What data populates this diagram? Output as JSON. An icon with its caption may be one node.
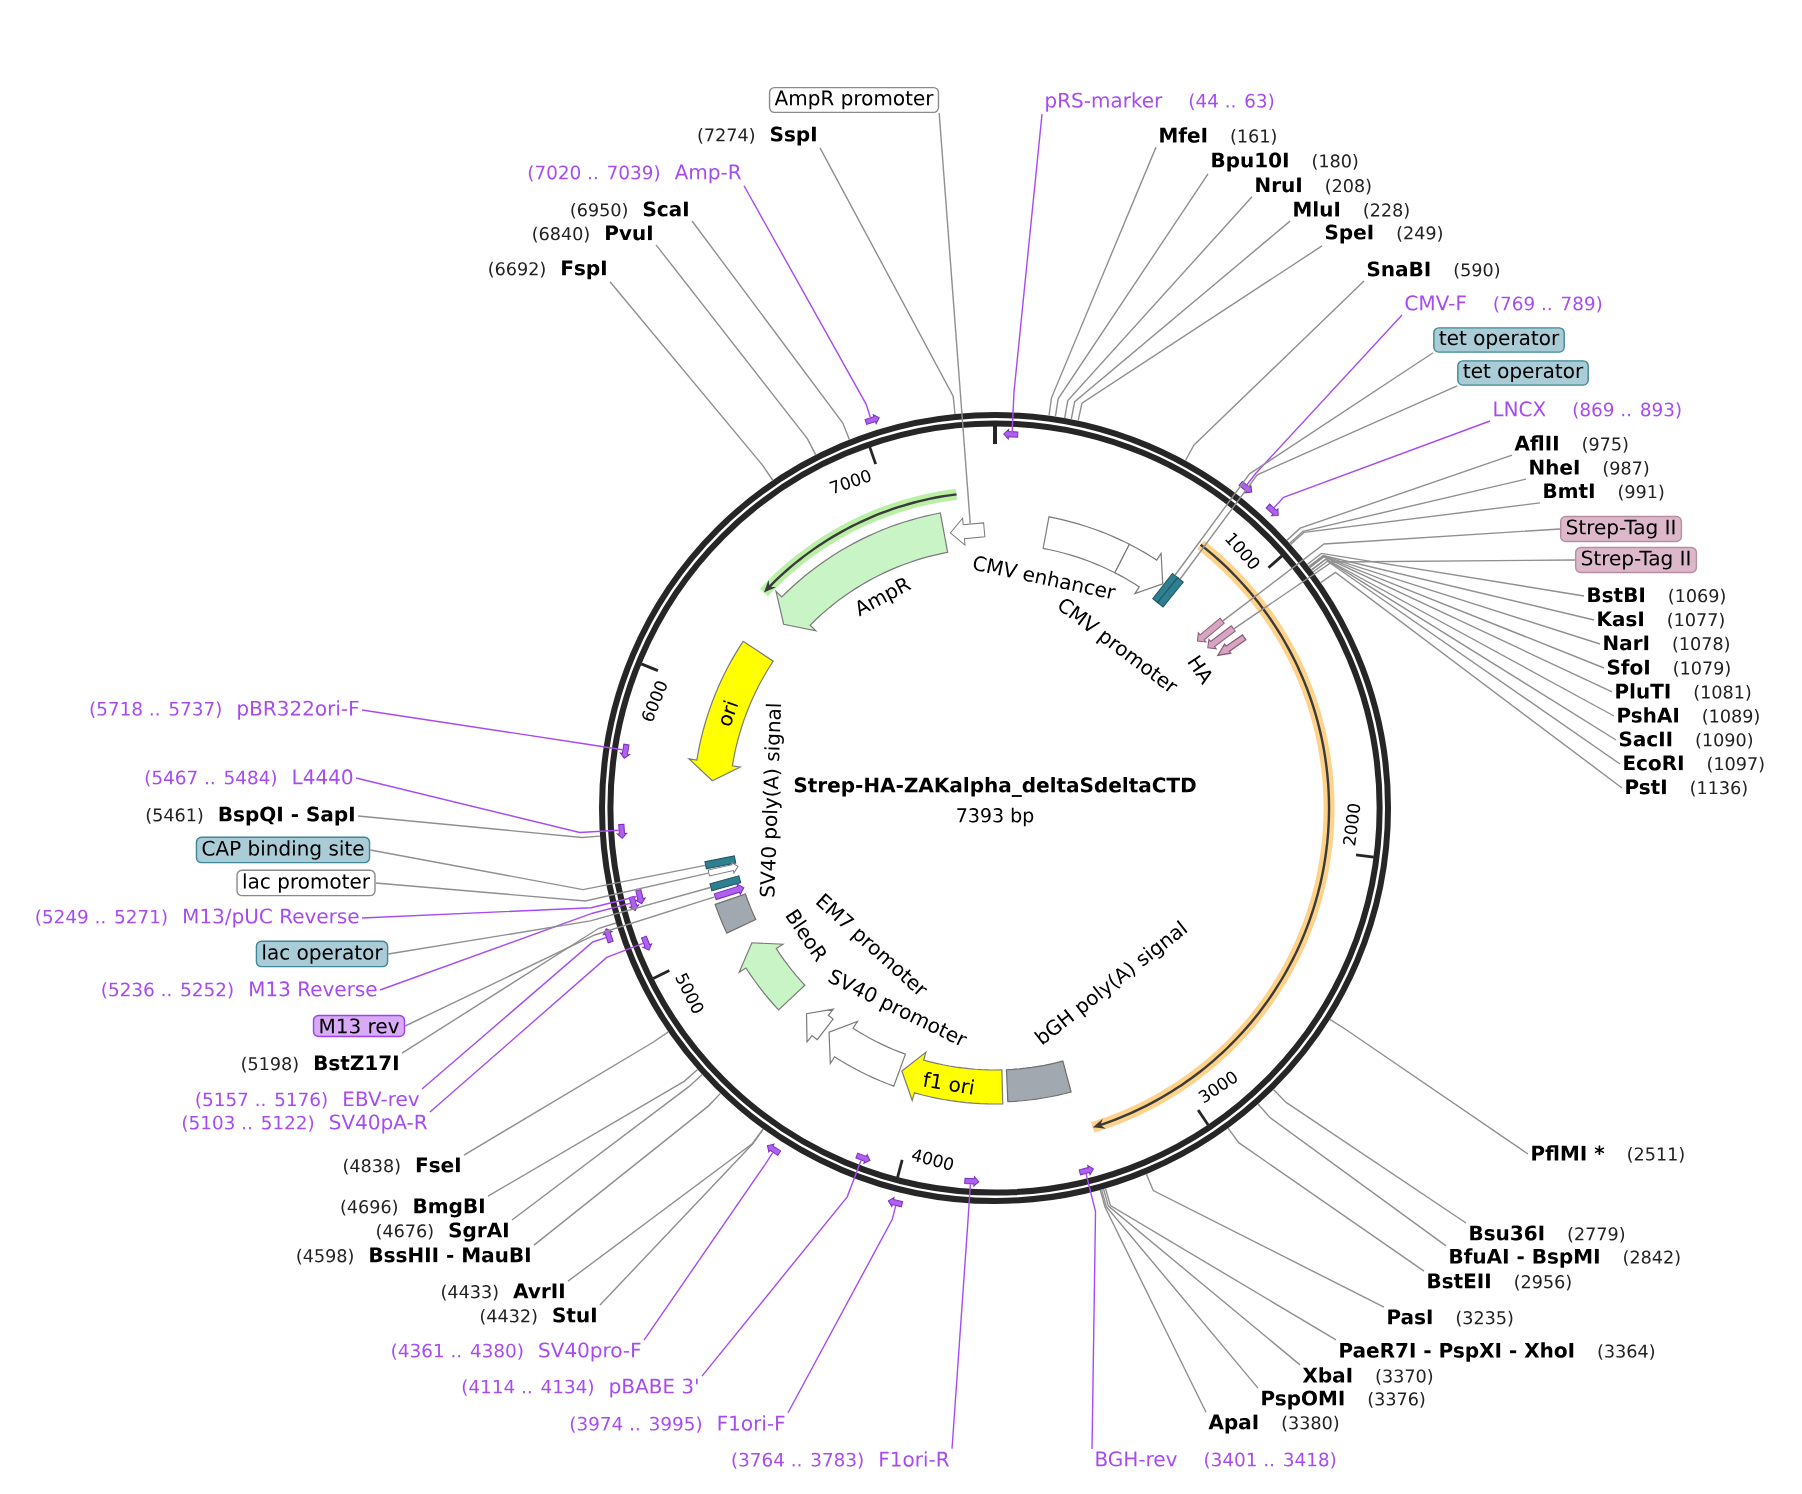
{
  "diagram": {
    "title": "Strep-HA-ZAKalpha_deltaSdeltaCTD",
    "nodes": [
      {
        "text": [
          "pRS-marker",
          "(44 .. 63)"
        ]
      },
      {
        "text": [
          "MfeI",
          "(161)"
        ]
      },
      {
        "text": [
          "Bpu10I",
          "(180)"
        ]
      },
      {
        "text": [
          "NruI",
          "(208)"
        ]
      },
      {
        "text": [
          "MluI",
          "(228)"
        ]
      },
      {
        "text": [
          "SpeI",
          "(249)"
        ]
      },
      {
        "text": [
          "SnaBI",
          "(590)"
        ]
      },
      {
        "text": [
          "CMV-F",
          "(769 .. 789)"
        ]
      },
      {
        "text": [
          "tet operator"
        ]
      },
      {
        "text": [
          "tet operator"
        ]
      },
      {
        "text": [
          "LNCX",
          "(869 .. 893)"
        ]
      },
      {
        "text": [
          "AflII",
          "(975)"
        ]
      },
      {
        "text": [
          "NheI",
          "(987)"
        ]
      },
      {
        "text": [
          "BmtI",
          "(991)"
        ]
      },
      {
        "text": [
          "Strep-Tag II"
        ]
      },
      {
        "text": [
          "Strep-Tag II"
        ]
      },
      {
        "text": [
          "BstBI",
          "(1069)"
        ]
      },
      {
        "text": [
          "KasI",
          "(1077)"
        ]
      },
      {
        "text": [
          "NarI",
          "(1078)"
        ]
      },
      {
        "text": [
          "SfoI",
          "(1079)"
        ]
      },
      {
        "text": [
          "PluTI",
          "(1081)"
        ]
      },
      {
        "text": [
          "PshAI",
          "(1089)"
        ]
      },
      {
        "text": [
          "SacII",
          "(1090)"
        ]
      },
      {
        "text": [
          "EcoRI",
          "(1097)"
        ]
      },
      {
        "text": [
          "PstI",
          "(1136)"
        ]
      },
      {
        "text": [
          "PflMI *",
          "(2511)"
        ]
      },
      {
        "text": [
          "Bsu36I",
          "(2779)"
        ]
      },
      {
        "text": [
          "BfuAI - BspMI",
          "(2842)"
        ]
      },
      {
        "text": [
          "BstEII",
          "(2956)"
        ]
      },
      {
        "text": [
          "PasI",
          "(3235)"
        ]
      },
      {
        "text": [
          "PaeR7I - PspXI - XhoI",
          "(3364)"
        ]
      },
      {
        "text": [
          "XbaI",
          "(3370)"
        ]
      },
      {
        "text": [
          "PspOMI",
          "(3376)"
        ]
      },
      {
        "text": [
          "ApaI",
          "(3380)"
        ]
      },
      {
        "text": [
          "BGH-rev",
          "(3401 .. 3418)"
        ]
      },
      {
        "text": [
          "(3764 .. 3783)",
          "F1ori-R"
        ]
      },
      {
        "text": [
          "(3974 .. 3995)",
          "F1ori-F"
        ]
      },
      {
        "text": [
          "(4114 .. 4134)",
          "pBABE 3'"
        ]
      },
      {
        "text": [
          "(4361 .. 4380)",
          "SV40pro-F"
        ]
      },
      {
        "text": [
          "(4432)",
          "StuI"
        ]
      },
      {
        "text": [
          "(4433)",
          "AvrII"
        ]
      },
      {
        "text": [
          "(4598)",
          "BssHII - MauBI"
        ]
      },
      {
        "text": [
          "(4676)",
          "SgrAI"
        ]
      },
      {
        "text": [
          "(4696)",
          "BmgBI"
        ]
      },
      {
        "text": [
          "(4838)",
          "FseI"
        ]
      },
      {
        "text": [
          "(5103 .. 5122)",
          "SV40pA-R"
        ]
      },
      {
        "text": [
          "(5157 .. 5176)",
          "EBV-rev"
        ]
      },
      {
        "text": [
          "(5198)",
          "BstZ17I"
        ]
      },
      {
        "text": [
          "M13 rev"
        ]
      },
      {
        "text": [
          "(5236 .. 5252)",
          "M13 Reverse"
        ]
      },
      {
        "text": [
          "lac operator"
        ]
      },
      {
        "text": [
          "(5249 .. 5271)",
          "M13/pUC Reverse"
        ]
      },
      {
        "text": [
          "lac promoter"
        ]
      },
      {
        "text": [
          "CAP binding site"
        ]
      },
      {
        "text": [
          "(5461)",
          "BspQI - SapI"
        ]
      },
      {
        "text": [
          "(5467 .. 5484)",
          "L4440"
        ]
      },
      {
        "text": [
          "(5718 .. 5737)",
          "pBR322ori-F"
        ]
      },
      {
        "text": [
          "(6692)",
          "FspI"
        ]
      },
      {
        "text": [
          "(6840)",
          "PvuI"
        ]
      },
      {
        "text": [
          "(6950)",
          "ScaI"
        ]
      },
      {
        "text": [
          "(7020 .. 7039)",
          "Amp-R"
        ]
      },
      {
        "text": [
          "(7274)",
          "SspI"
        ]
      },
      {
        "text": [
          "AmpR promoter"
        ]
      },
      {
        "text": [],
        "shape": "circle"
      },
      {
        "text": [
          "CMV enhancer"
        ],
        "in": 63
      },
      {
        "text": [
          "CMV promoter"
        ],
        "in": 63
      },
      {
        "text": [
          "HA"
        ],
        "in": 63
      },
      {
        "text": [
          "bGH poly(A) signal"
        ],
        "in": 63
      },
      {
        "text": [
          "f1 ori"
        ],
        "in": 63
      },
      {
        "text": [
          "SV40 promoter"
        ],
        "in": 63
      },
      {
        "text": [
          "EM7 promoter"
        ],
        "in": 63
      },
      {
        "text": [
          "BleoR"
        ],
        "in": 63
      },
      {
        "text": [
          "SV40 poly(A) signal"
        ],
        "in": 63
      },
      {
        "text": [
          "ori"
        ],
        "in": 63
      },
      {
        "text": [
          "AmpR"
        ],
        "in": 63
      },
      {
        "text": [],
        "shape": "arrow",
        "in": 63
      },
      {
        "text": [],
        "shape": "box",
        "in": 63
      },
      {
        "text": [],
        "shape": "box",
        "in": 63
      },
      {
        "text": [],
        "shape": "arrow",
        "in": 63
      },
      {
        "text": [],
        "shape": "arrow",
        "in": 63
      },
      {
        "text": [],
        "shape": "box",
        "in": 63
      },
      {
        "text": [],
        "shape": "arrow",
        "in": 63
      },
      {
        "text": [],
        "shape": "box",
        "in": 63
      },
      {
        "text": [],
        "shape": "arrow",
        "in": 63
      },
      {
        "text": [],
        "shape": "arrow"
      },
      {
        "text": [],
        "shape": "arrow",
        "in": 63
      },
      {
        "text": [],
        "shape": "arrow"
      },
      {
        "text": [],
        "shape": "arrow"
      },
      {
        "text": [],
        "shape": "arrow",
        "in": 63
      },
      {
        "text": [],
        "shape": "arrow",
        "in": 63
      },
      {
        "text": [],
        "shape": "arrow",
        "in": 63
      },
      {
        "text": [],
        "shape": "arrow",
        "in": 63
      },
      {
        "text": [],
        "shape": "arrow"
      },
      {
        "text": [],
        "shape": "arrow",
        "in": 63
      },
      {
        "text": [],
        "shape": "arrow"
      },
      {
        "text": [],
        "shape": "arrow",
        "in": 63
      },
      {
        "text": [],
        "shape": "arrow",
        "in": 63
      },
      {
        "text": [],
        "shape": "arrow",
        "in": 63
      },
      {
        "text": [],
        "shape": "arrow"
      }
    ],
    "edges": [
      {
        "from": 0,
        "to": 85,
        "arrow": "none",
        "color": "#a64bf4"
      },
      {
        "from": 1,
        "to": 63,
        "arrow": "none"
      },
      {
        "from": 2,
        "to": 63,
        "arrow": "none"
      },
      {
        "from": 3,
        "to": 63,
        "arrow": "none"
      },
      {
        "from": 4,
        "to": 63,
        "arrow": "none"
      },
      {
        "from": 5,
        "to": 63,
        "arrow": "none"
      },
      {
        "from": 6,
        "to": 63,
        "arrow": "none"
      },
      {
        "from": 7,
        "to": 86,
        "arrow": "none",
        "color": "#a64bf4"
      },
      {
        "from": 8,
        "to": 76,
        "arrow": "none"
      },
      {
        "from": 9,
        "to": 77,
        "arrow": "none"
      },
      {
        "from": 10,
        "to": 87,
        "arrow": "none",
        "color": "#a64bf4"
      },
      {
        "from": 11,
        "to": 63,
        "arrow": "none"
      },
      {
        "from": 12,
        "to": 63,
        "arrow": "none"
      },
      {
        "from": 13,
        "to": 63,
        "arrow": "none"
      },
      {
        "from": 14,
        "to": 78,
        "arrow": "none"
      },
      {
        "from": 15,
        "to": 79,
        "arrow": "none"
      },
      {
        "from": 16,
        "to": 63,
        "arrow": "none"
      },
      {
        "from": 17,
        "to": 63,
        "arrow": "none"
      },
      {
        "from": 18,
        "to": 63,
        "arrow": "none"
      },
      {
        "from": 19,
        "to": 63,
        "arrow": "none"
      },
      {
        "from": 20,
        "to": 63,
        "arrow": "none"
      },
      {
        "from": 21,
        "to": 63,
        "arrow": "none"
      },
      {
        "from": 22,
        "to": 63,
        "arrow": "none"
      },
      {
        "from": 23,
        "to": 63,
        "arrow": "none"
      },
      {
        "from": 24,
        "to": 63,
        "arrow": "none"
      },
      {
        "from": 25,
        "to": 63,
        "arrow": "none"
      },
      {
        "from": 26,
        "to": 63,
        "arrow": "none"
      },
      {
        "from": 27,
        "to": 63,
        "arrow": "none"
      },
      {
        "from": 28,
        "to": 63,
        "arrow": "none"
      },
      {
        "from": 29,
        "to": 63,
        "arrow": "none"
      },
      {
        "from": 30,
        "to": 63,
        "arrow": "none"
      },
      {
        "from": 31,
        "to": 63,
        "arrow": "none"
      },
      {
        "from": 32,
        "to": 63,
        "arrow": "none"
      },
      {
        "from": 33,
        "to": 63,
        "arrow": "none"
      },
      {
        "from": 34,
        "to": 96,
        "arrow": "none",
        "color": "#a64bf4"
      },
      {
        "from": 35,
        "to": 97,
        "arrow": "none",
        "color": "#a64bf4"
      },
      {
        "from": 36,
        "to": 98,
        "arrow": "none",
        "color": "#a64bf4"
      },
      {
        "from": 37,
        "to": 95,
        "arrow": "none",
        "color": "#a64bf4"
      },
      {
        "from": 38,
        "to": 94,
        "arrow": "none",
        "color": "#a64bf4"
      },
      {
        "from": 39,
        "to": 63,
        "arrow": "none"
      },
      {
        "from": 40,
        "to": 63,
        "arrow": "none"
      },
      {
        "from": 41,
        "to": 63,
        "arrow": "none"
      },
      {
        "from": 42,
        "to": 63,
        "arrow": "none"
      },
      {
        "from": 43,
        "to": 63,
        "arrow": "none"
      },
      {
        "from": 44,
        "to": 63,
        "arrow": "none"
      },
      {
        "from": 45,
        "to": 93,
        "arrow": "none",
        "color": "#a64bf4"
      },
      {
        "from": 46,
        "to": 92,
        "arrow": "none",
        "color": "#a64bf4"
      },
      {
        "from": 47,
        "to": 63,
        "arrow": "none"
      },
      {
        "from": 48,
        "to": 83,
        "arrow": "none"
      },
      {
        "from": 49,
        "to": 91,
        "arrow": "none",
        "color": "#a64bf4"
      },
      {
        "from": 50,
        "to": 82,
        "arrow": "none"
      },
      {
        "from": 51,
        "to": 90,
        "arrow": "none",
        "color": "#a64bf4"
      },
      {
        "from": 52,
        "to": 81,
        "arrow": "none"
      },
      {
        "from": 53,
        "to": 80,
        "arrow": "none"
      },
      {
        "from": 54,
        "to": 63,
        "arrow": "none"
      },
      {
        "from": 55,
        "to": 89,
        "arrow": "none",
        "color": "#a64bf4"
      },
      {
        "from": 56,
        "to": 88,
        "arrow": "none",
        "color": "#a64bf4"
      },
      {
        "from": 57,
        "to": 63,
        "arrow": "none"
      },
      {
        "from": 58,
        "to": 63,
        "arrow": "none"
      },
      {
        "from": 59,
        "to": 63,
        "arrow": "none"
      },
      {
        "from": 60,
        "to": 84,
        "arrow": "none",
        "color": "#a64bf4"
      },
      {
        "from": 61,
        "to": 63,
        "arrow": "none"
      },
      {
        "from": 62,
        "to": 75,
        "arrow": "none"
      }
    ],
    "labels": [
      "7393 bp",
      "1000",
      "2000",
      "3000",
      "4000",
      "5000",
      "6000",
      "7000"
    ]
  }
}
